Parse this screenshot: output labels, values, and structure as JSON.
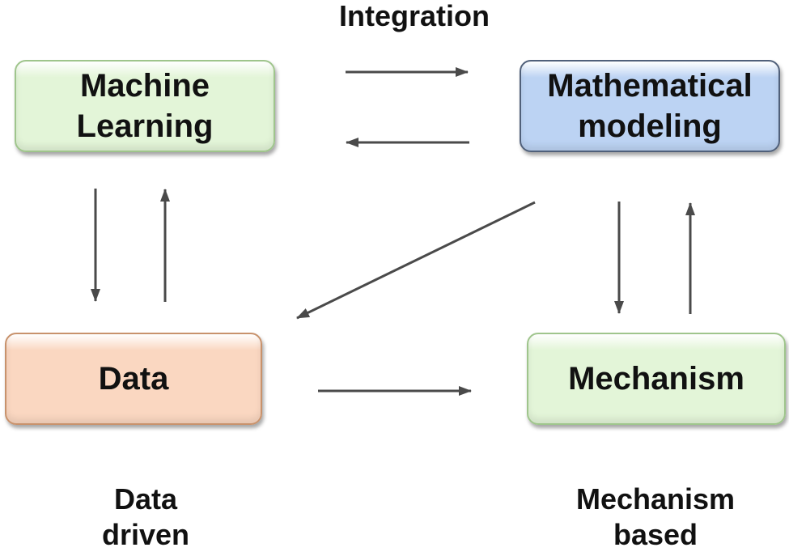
{
  "title": "Integration",
  "nodes": {
    "machine_learning": {
      "label": "Machine\nLearning",
      "fill": "#e3f5d8"
    },
    "mathematical_modeling": {
      "label": "Mathematical\nmodeling",
      "fill": "#bcd3f3"
    },
    "data": {
      "label": "Data",
      "fill": "#fad7c1"
    },
    "mechanism": {
      "label": "Mechanism",
      "fill": "#e3f5d8"
    }
  },
  "captions": {
    "data_driven": "Data\ndriven",
    "mechanism_based": "Mechanism\nbased"
  },
  "colors": {
    "arrow": "#4a4a4a",
    "text": "#111111"
  },
  "edges": [
    {
      "from": "machine_learning",
      "to": "mathematical_modeling"
    },
    {
      "from": "mathematical_modeling",
      "to": "machine_learning"
    },
    {
      "from": "machine_learning",
      "to": "data"
    },
    {
      "from": "data",
      "to": "machine_learning"
    },
    {
      "from": "mathematical_modeling",
      "to": "data"
    },
    {
      "from": "mathematical_modeling",
      "to": "mechanism"
    },
    {
      "from": "mechanism",
      "to": "mathematical_modeling"
    },
    {
      "from": "data",
      "to": "mechanism"
    }
  ]
}
